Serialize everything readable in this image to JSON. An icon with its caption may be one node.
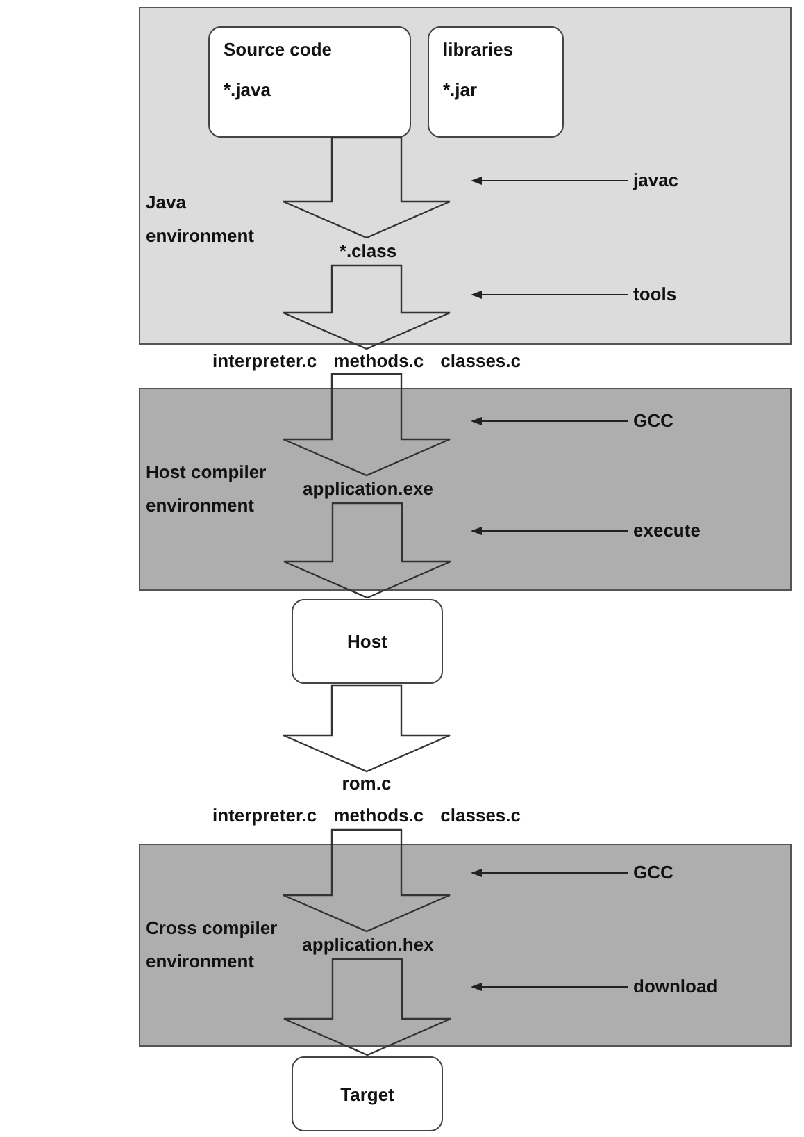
{
  "diagram": {
    "nodes": [
      {
        "text": [
          "Java environment"
        ]
      },
      {
        "text": [
          "Source code",
          "*.java"
        ],
        "in": 0
      },
      {
        "text": [
          "libraries",
          "*.jar"
        ],
        "in": 0
      },
      {
        "text": [
          "*.class"
        ],
        "in": 0
      },
      {
        "text": [
          "javac"
        ],
        "in": 0
      },
      {
        "text": [
          "tools"
        ],
        "in": 0
      },
      {
        "text": [
          "interpreter.c",
          "methods.c",
          "classes.c"
        ]
      },
      {
        "text": [
          "Host compiler environment"
        ]
      },
      {
        "text": [
          "GCC"
        ],
        "in": 7
      },
      {
        "text": [
          "application.exe"
        ],
        "in": 7
      },
      {
        "text": [
          "execute"
        ],
        "in": 7
      },
      {
        "text": [
          "Host"
        ]
      },
      {
        "text": [
          "rom.c",
          "interpreter.c",
          "methods.c",
          "classes.c"
        ]
      },
      {
        "text": [
          "Cross compiler environment"
        ]
      },
      {
        "text": [
          "GCC"
        ],
        "in": 13
      },
      {
        "text": [
          "application.hex"
        ],
        "in": 13
      },
      {
        "text": [
          "download"
        ],
        "in": 13
      },
      {
        "text": [
          "Target"
        ]
      }
    ],
    "edges": [
      {
        "from": 1,
        "to": 3,
        "arrow": "to"
      },
      {
        "from": 2,
        "to": 3,
        "arrow": "to"
      },
      {
        "from": 3,
        "to": 6,
        "arrow": "to"
      },
      {
        "from": 6,
        "to": 9,
        "arrow": "to"
      },
      {
        "from": 9,
        "to": 11,
        "arrow": "to"
      },
      {
        "from": 11,
        "to": 12,
        "arrow": "to"
      },
      {
        "from": 12,
        "to": 15,
        "arrow": "to"
      },
      {
        "from": 15,
        "to": 17,
        "arrow": "to"
      },
      {
        "from": 4,
        "to": null,
        "arrow": "to"
      },
      {
        "from": 5,
        "to": null,
        "arrow": "to"
      },
      {
        "from": 8,
        "to": null,
        "arrow": "to"
      },
      {
        "from": 10,
        "to": null,
        "arrow": "to"
      },
      {
        "from": 14,
        "to": null,
        "arrow": "to"
      },
      {
        "from": 16,
        "to": null,
        "arrow": "to"
      }
    ]
  }
}
